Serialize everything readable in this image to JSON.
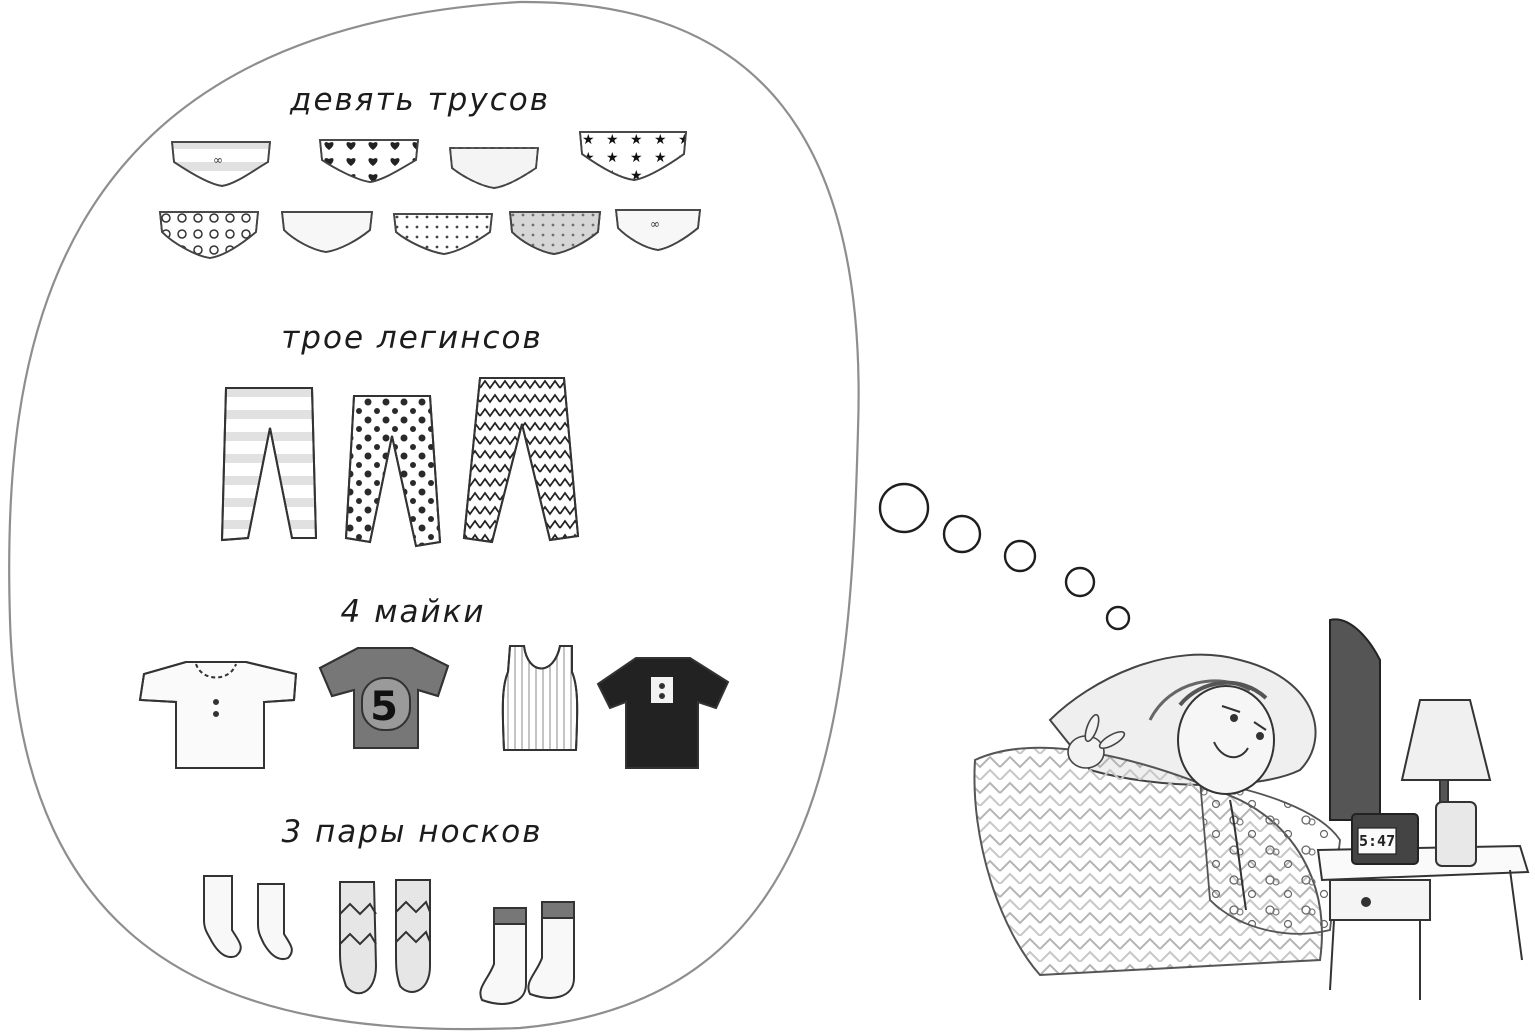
{
  "thought": {
    "underwear_label": "девять трусов",
    "leggings_label": "трое легинсов",
    "shirts_label": "4 майки",
    "socks_label": "3 пары носков",
    "shirt_number": "5"
  },
  "clock": {
    "time": "5:47"
  }
}
